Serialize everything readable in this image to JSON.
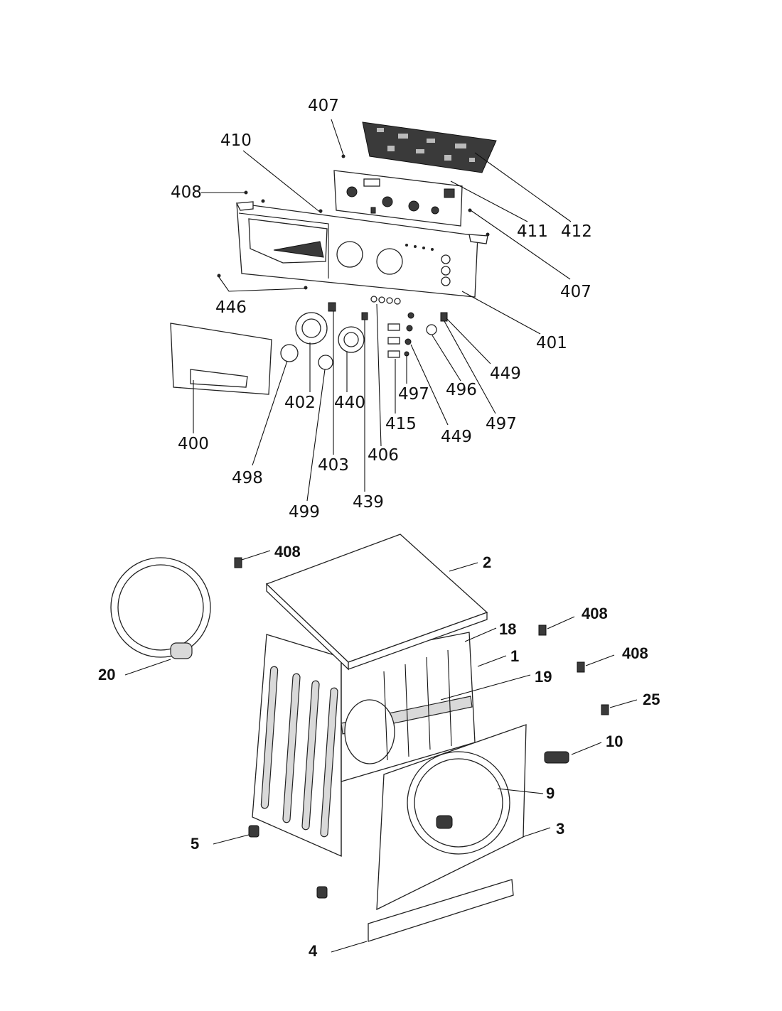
{
  "labels": {
    "l407a": "407",
    "l410": "410",
    "l408a": "408",
    "l411": "411",
    "l412": "412",
    "l407b": "407",
    "l401": "401",
    "l446": "446",
    "l400": "400",
    "l402": "402",
    "l498": "498",
    "l440": "440",
    "l499": "499",
    "l403": "403",
    "l439": "439",
    "l406": "406",
    "l415": "415",
    "l497a": "497",
    "l449a": "449",
    "l496": "496",
    "l497b": "497",
    "l449b": "449",
    "l408b": "408",
    "l2": "2",
    "l408c": "408",
    "l18": "18",
    "l1": "1",
    "l408d": "408",
    "l19": "19",
    "l20": "20",
    "l25": "25",
    "l10": "10",
    "l9": "9",
    "l3": "3",
    "l5": "5",
    "l4": "4"
  }
}
